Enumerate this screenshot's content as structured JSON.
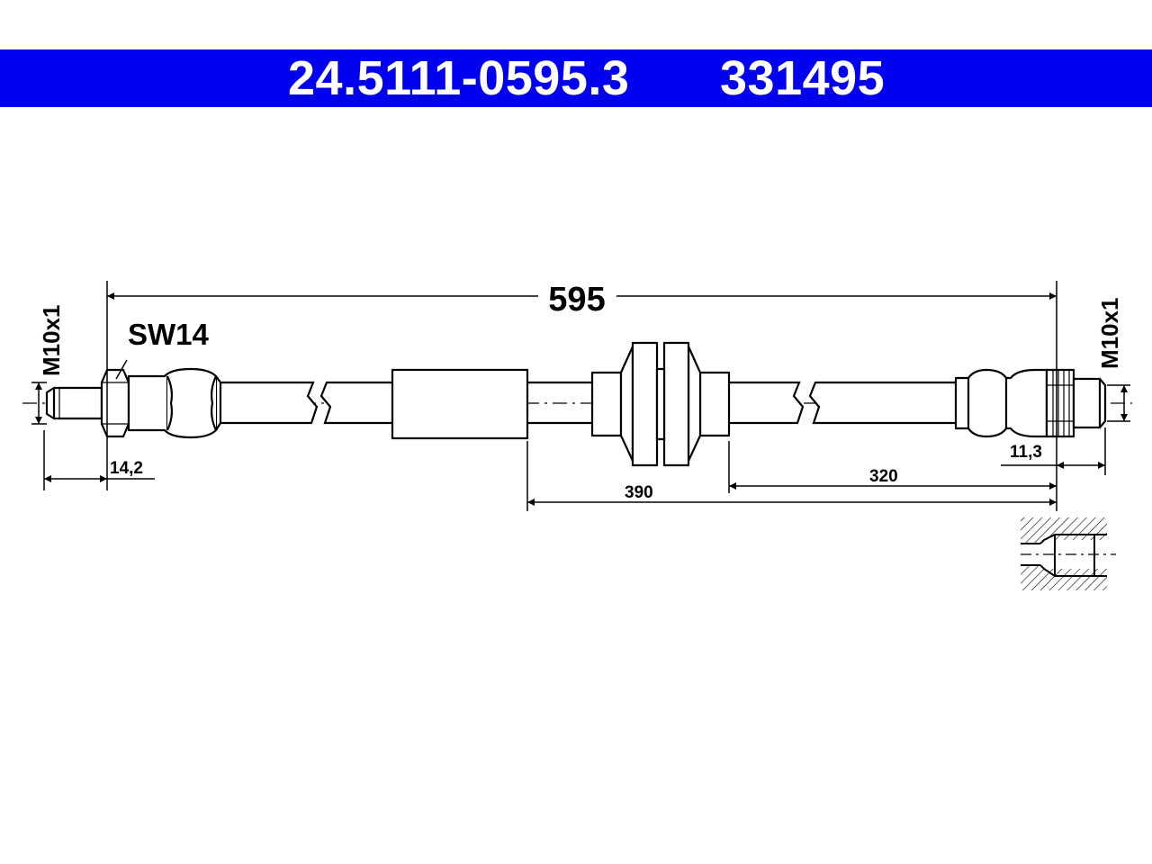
{
  "header": {
    "part_number": "24.5111-0595.3",
    "reference": "331495",
    "background_color": "#0000ee",
    "text_color": "#ffffff"
  },
  "drawing": {
    "total_length": "595",
    "wrench_size": "SW14",
    "left_thread": "M10x1",
    "right_thread": "M10x1",
    "left_end_length": "14,2",
    "right_end_length": "11,3",
    "dim_390": "390",
    "dim_320": "320"
  }
}
